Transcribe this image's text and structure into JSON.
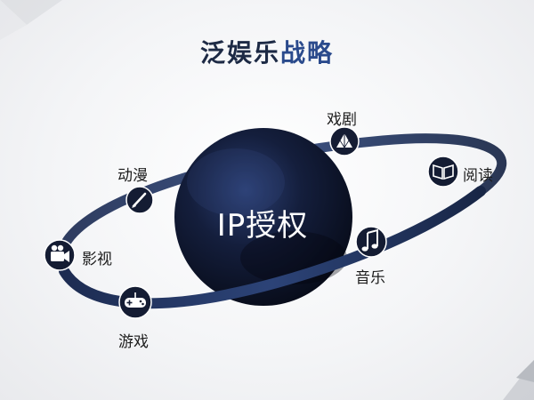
{
  "title": {
    "text_main": "泛娱乐",
    "text_accent": "战略"
  },
  "center": {
    "label": "IP授权"
  },
  "nodes": [
    {
      "label": "戏剧",
      "icon": "drama-fan-icon"
    },
    {
      "label": "阅读",
      "icon": "book-icon"
    },
    {
      "label": "动漫",
      "icon": "anime-pen-icon"
    },
    {
      "label": "影视",
      "icon": "film-camera-icon"
    },
    {
      "label": "音乐",
      "icon": "music-note-icon"
    },
    {
      "label": "游戏",
      "icon": "gamepad-icon"
    }
  ],
  "colors": {
    "planet": "#0f1830",
    "ring": "#22345e",
    "node_fill": "#141c33",
    "accent": "#2a4a8c"
  }
}
